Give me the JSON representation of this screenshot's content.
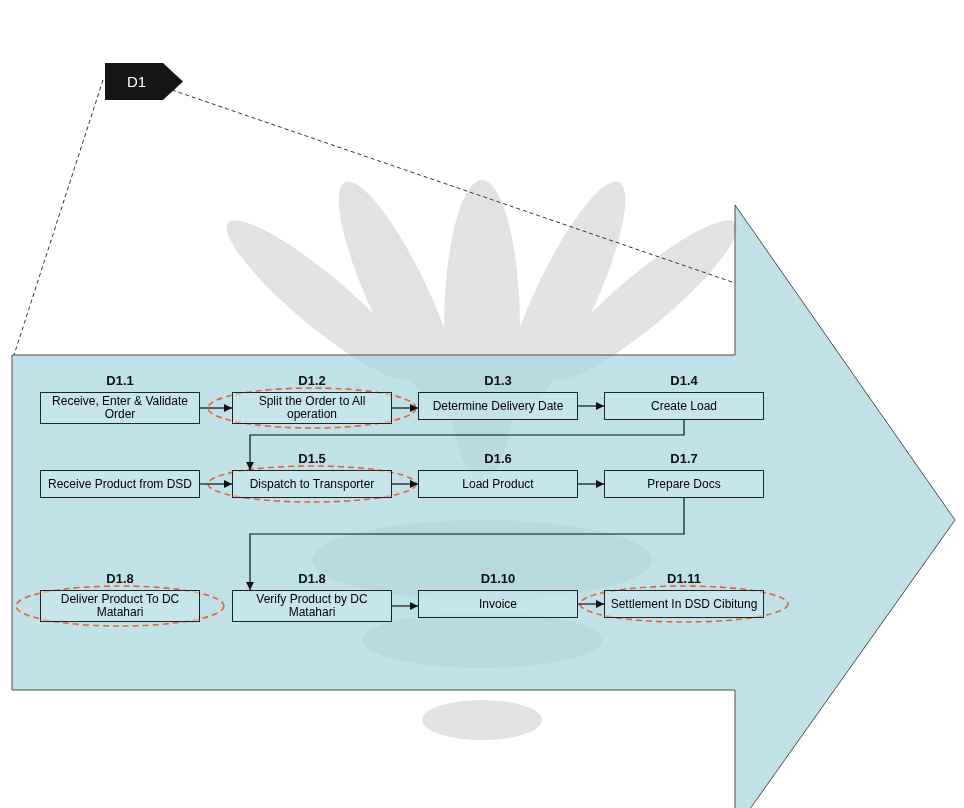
{
  "diagram": {
    "nodes": [
      {
        "text": [
          "D1"
        ]
      },
      {
        "text": [
          "D1.1",
          "Receive, Enter & Validate Order"
        ]
      },
      {
        "text": [
          "D1.2",
          "Split the Order to All operation"
        ]
      },
      {
        "text": [
          "D1.3",
          "Determine Delivery Date"
        ]
      },
      {
        "text": [
          "D1.4",
          "Create Load"
        ]
      },
      {
        "text": [
          "Receive Product from DSD"
        ]
      },
      {
        "text": [
          "D1.5",
          "Dispatch to Transporter"
        ]
      },
      {
        "text": [
          "D1.6",
          "Load Product"
        ]
      },
      {
        "text": [
          "D1.7",
          "Prepare Docs"
        ]
      },
      {
        "text": [
          "D1.8",
          "Deliver Product To DC Matahari"
        ]
      },
      {
        "text": [
          "D1.8",
          "Verify Product by DC Matahari"
        ]
      },
      {
        "text": [
          "D1.10",
          "Invoice"
        ]
      },
      {
        "text": [
          "D1.11",
          "Settlement In DSD Cibitung"
        ]
      }
    ],
    "edges": [
      {
        "from": 1,
        "to": 2,
        "arrow": "to"
      },
      {
        "from": 2,
        "to": 3,
        "arrow": "to"
      },
      {
        "from": 3,
        "to": 4,
        "arrow": "to"
      },
      {
        "from": 4,
        "to": 6,
        "arrow": "to"
      },
      {
        "from": 5,
        "to": 6,
        "arrow": "to"
      },
      {
        "from": 6,
        "to": 7,
        "arrow": "to"
      },
      {
        "from": 7,
        "to": 8,
        "arrow": "to"
      },
      {
        "from": 8,
        "to": 10,
        "arrow": "to"
      },
      {
        "from": 10,
        "to": 11,
        "arrow": "to"
      },
      {
        "from": 11,
        "to": 12,
        "arrow": "to"
      }
    ]
  }
}
